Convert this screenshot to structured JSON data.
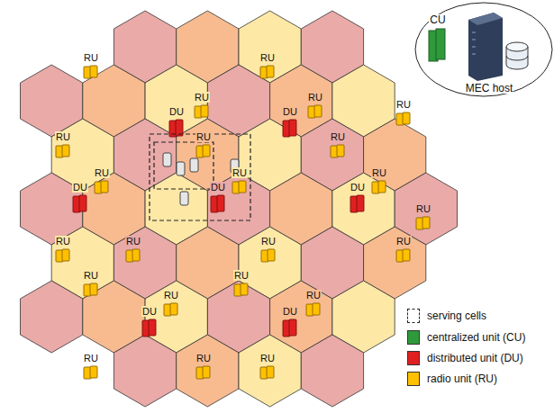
{
  "diagram": {
    "labels": [
      "CU",
      "MEC host",
      "DU",
      "DU",
      "DU",
      "DU",
      "DU",
      "DU",
      "DU",
      "RU",
      "RU",
      "RU",
      "RU",
      "RU",
      "RU",
      "RU",
      "RU",
      "RU",
      "RU",
      "RU",
      "RU",
      "RU",
      "RU",
      "RU",
      "RU",
      "RU",
      "RU",
      "RU",
      "RU",
      "RU",
      "RU",
      "RU"
    ],
    "legend": [
      {
        "text": "serving cells"
      },
      {
        "text": "centralized unit (CU)",
        "color": "#2e9a3a"
      },
      {
        "text": "distributed unit (DU)",
        "color": "#e02020"
      },
      {
        "text": "radio unit (RU)",
        "color": "#ffc000"
      }
    ]
  }
}
